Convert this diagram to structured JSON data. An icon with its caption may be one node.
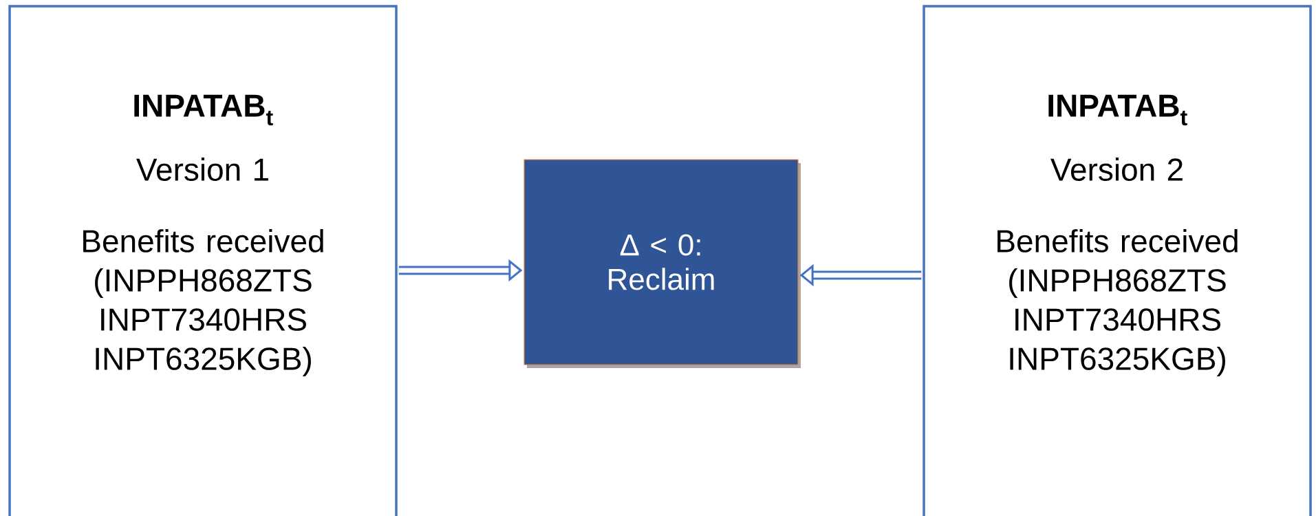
{
  "diagram": {
    "nodes": [
      {
        "text": [
          "INPATAB$_{t}$",
          "Version 1",
          "Benefits received (INPPH868ZTS INPT7340HRS INPT6325KGB)"
        ]
      },
      {
        "text": [
          "Δ < 0: Reclaim"
        ]
      },
      {
        "text": [
          "INPATAB$_{t}$",
          "Version 2",
          "Benefits received (INPPH868ZTS INPT7340HRS INPT6325KGB)"
        ]
      }
    ],
    "edges": [
      {
        "from": 0,
        "to": 1,
        "arrow": "to"
      },
      {
        "from": 2,
        "to": 1,
        "arrow": "to"
      }
    ]
  }
}
